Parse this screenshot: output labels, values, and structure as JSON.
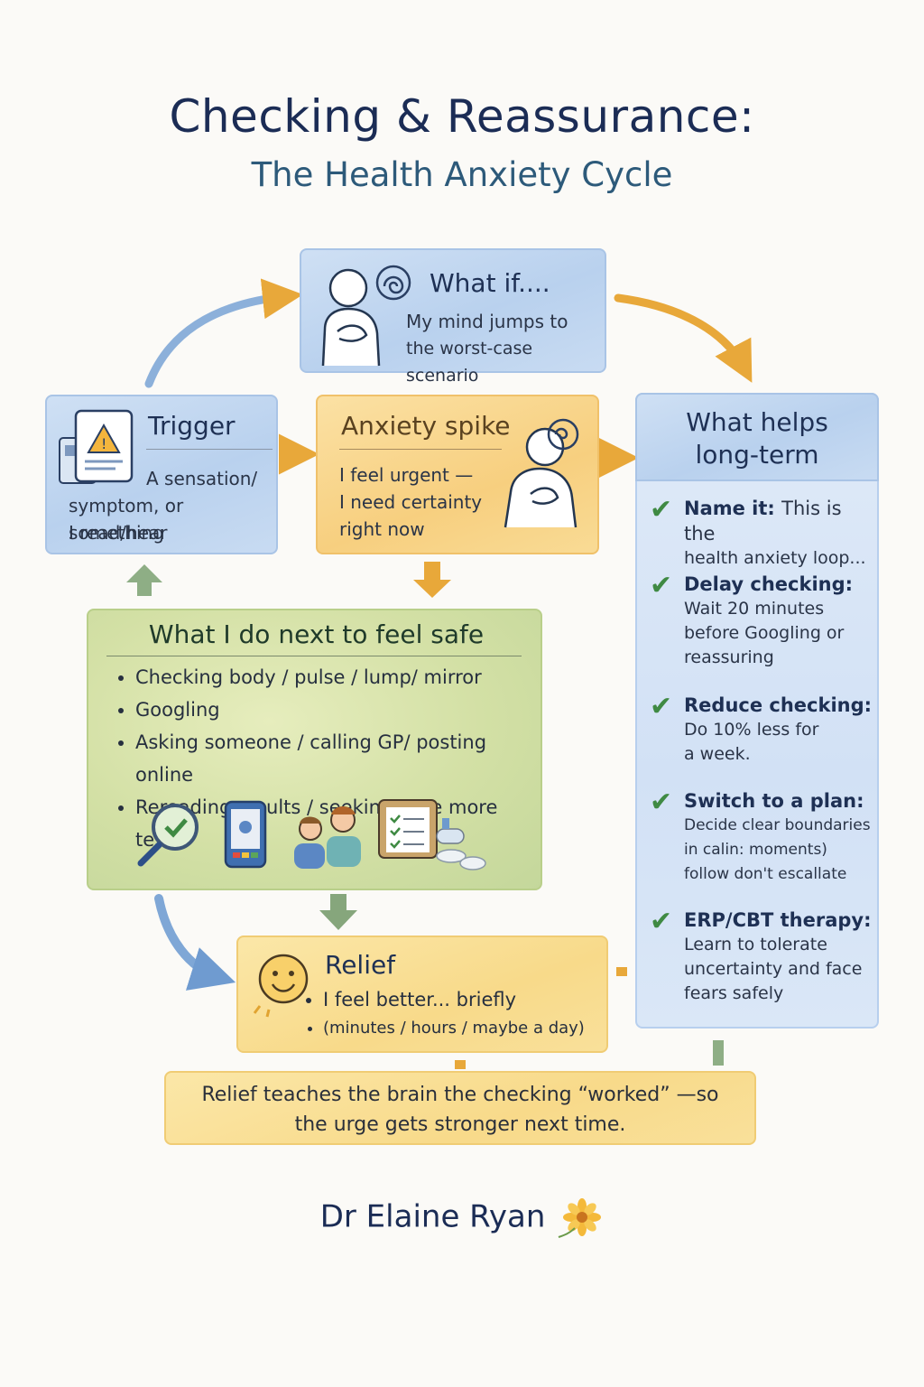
{
  "header": {
    "title": "Checking & Reassurance:",
    "subtitle": "The Health Anxiety Cycle"
  },
  "what_if": {
    "heading": "What if....",
    "line1": "My mind jumps to",
    "line2": "the worst-case scenario"
  },
  "trigger": {
    "heading": "Trigger",
    "line1": "A sensation/",
    "line2": "symptom, or something",
    "line3": "I read/hear"
  },
  "anxiety": {
    "heading": "Anxiety spike",
    "line1": "I feel urgent —",
    "line2": "I need certainty",
    "line3": "right now"
  },
  "safety": {
    "heading": "What I do next to feel safe",
    "items": [
      "Checking body / pulse / lump/ mirror",
      "Googling",
      "Asking someone / calling GP/ posting online",
      "Rereading results / seeking “one more test”"
    ]
  },
  "relief": {
    "heading": "Relief",
    "items": [
      "I feel better...  briefly",
      "(minutes / hours / maybe a day)"
    ]
  },
  "helps": {
    "heading_line1": "What helps",
    "heading_line2": "long-term",
    "tips": [
      {
        "title": "Name it:",
        "inline": "This is the",
        "lines": [
          "health anxiety loop..."
        ]
      },
      {
        "title": "Delay checking:",
        "inline": "",
        "lines": [
          "Wait 20 minutes",
          "before Googling or",
          "reassuring"
        ]
      },
      {
        "title": "Reduce checking:",
        "inline": "",
        "lines": [
          "Do 10% less for",
          "a week."
        ]
      },
      {
        "title": "Switch to a plan:",
        "inline": "",
        "lines": [
          "Decide clear boundaries",
          "in calin: moments)",
          "follow don't escallate"
        ]
      },
      {
        "title": "ERP/CBT therapy:",
        "inline": "",
        "lines": [
          "Learn to tolerate",
          "uncertainty and face",
          "fears safely"
        ]
      }
    ]
  },
  "footer": {
    "line1": "Relief teaches the brain the checking “worked” —so",
    "line2": "the urge gets stronger next time."
  },
  "author": "Dr Elaine Ryan",
  "colors": {
    "blue_arrow": "#7fa7d6",
    "orange_arrow": "#e8a83a",
    "green_arrow": "#7fa07a",
    "check": "#3f8a43"
  }
}
